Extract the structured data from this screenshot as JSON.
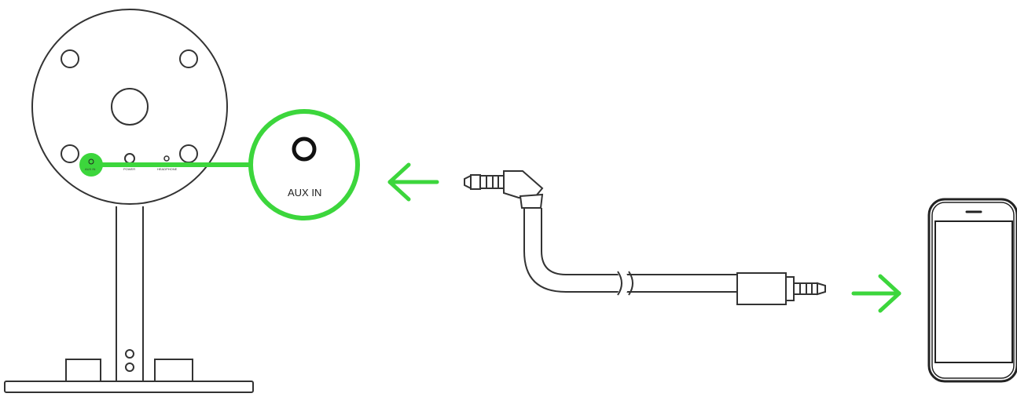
{
  "speaker_panel": {
    "port_labels": {
      "aux_in": "AUX IN",
      "power": "POWER",
      "headphone": "HEADPHONE"
    }
  },
  "callout": {
    "label": "AUX IN"
  },
  "colors": {
    "accent": "#3cd63c",
    "line": "#333333",
    "background": "#ffffff"
  },
  "icons": {
    "left_arrow": "arrow-left-icon",
    "right_arrow": "arrow-right-icon",
    "phone": "smartphone-icon",
    "cable": "audio-cable-icon"
  }
}
